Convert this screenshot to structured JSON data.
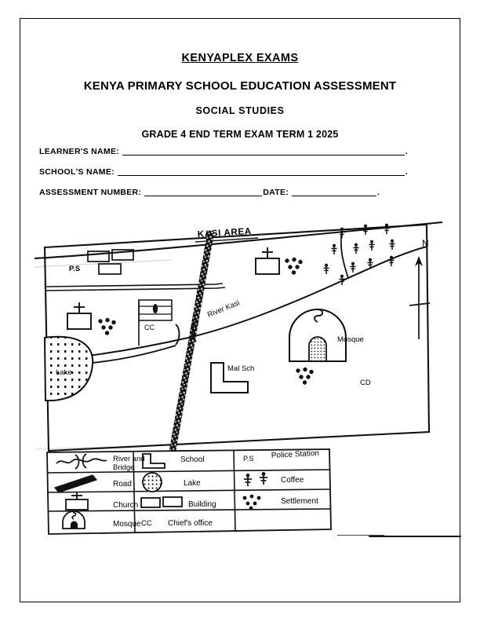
{
  "document": {
    "title_1": "KENYAPLEX EXAMS",
    "title_2": "KENYA PRIMARY SCHOOL EDUCATION ASSESSMENT",
    "title_3": "SOCIAL STUDIES",
    "title_4": "GRADE 4 END TERM EXAM TERM 1 2025"
  },
  "fields": [
    {
      "label": "LEARNER'S NAME:",
      "value": "",
      "trailing": "."
    },
    {
      "label": "SCHOOL'S NAME:",
      "value": "",
      "trailing": "."
    },
    {
      "label": "ASSESSMENT NUMBER:",
      "value": "",
      "label2": "DATE:",
      "trailing": "."
    }
  ],
  "map": {
    "area_label": "KASI AREA",
    "compass": "N",
    "labels": {
      "police_station": "P.S",
      "chiefs_office": "CC",
      "lake": "Lake",
      "river": "River Kasi",
      "main_school": "Mal Sch",
      "mosque": "Mosque",
      "cd": "CD"
    }
  },
  "key": {
    "rows": [
      {
        "icon": "river-and-bridge-icon",
        "label": "River and\nBridge"
      },
      {
        "icon": "road-icon",
        "label": "Road"
      },
      {
        "icon": "church-icon",
        "label": "Church"
      },
      {
        "icon": "mosque-icon",
        "label": "Mosque"
      }
    ],
    "rows_col2": [
      {
        "icon": "school-icon",
        "label": "School"
      },
      {
        "icon": "lake-icon",
        "label": "Lake"
      },
      {
        "icon": "building-icon",
        "label": "Building"
      },
      {
        "icon": "chiefs-office-icon",
        "code": "CC",
        "label": "Chief's office"
      }
    ],
    "rows_col3": [
      {
        "icon": "police-station-icon",
        "code": "P.S",
        "label": "Police Station"
      },
      {
        "icon": "coffee-icon",
        "label": "Coffee"
      },
      {
        "icon": "settlement-icon",
        "label": "Settlement"
      },
      {
        "icon": "",
        "label": ""
      }
    ],
    "labels": {
      "river_and_bridge_l1": "River and",
      "river_and_bridge_l2": "Bridge",
      "road": "Road",
      "church": "Church",
      "mosque": "Mosque",
      "school": "School",
      "lake": "Lake",
      "building": "Building",
      "chiefs_office_code": "CC",
      "chiefs_office": "Chief's office",
      "police_code": "P.S",
      "police_station": "Police Station",
      "coffee": "Coffee",
      "settlement": "Settlement"
    }
  },
  "colors": {
    "ink": "#000000",
    "paper": "#ffffff"
  }
}
